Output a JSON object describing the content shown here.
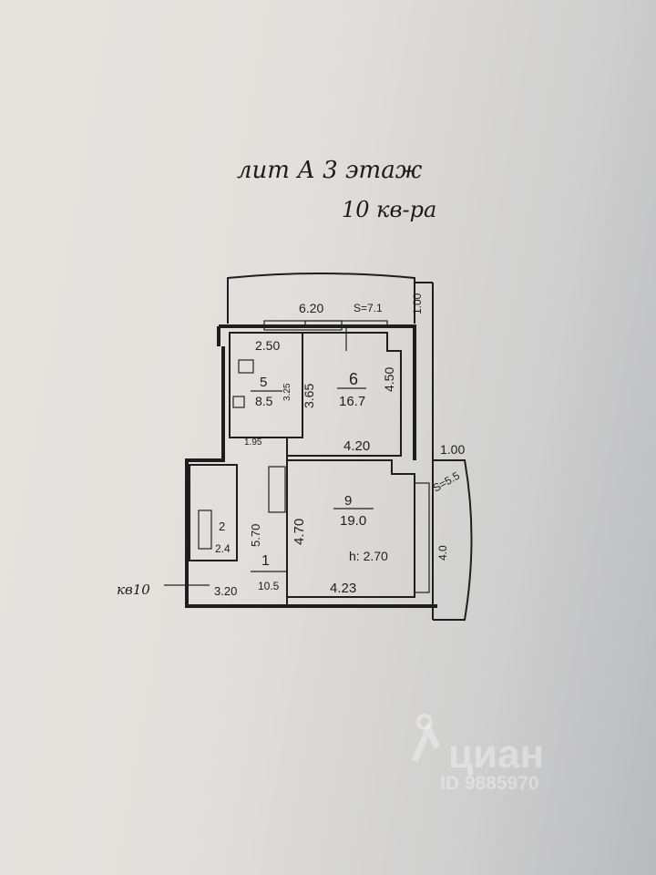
{
  "header": {
    "line1": "лит А  3 этаж",
    "line2": "10 кв-ра"
  },
  "dims": {
    "top_width": "6.20",
    "balcony_top_area": "S=7.1",
    "balcony_top_depth": "1.00",
    "kitchen_width": "2.50",
    "kitchen_len_inner": "3.25",
    "kitchen_len": "3.65",
    "room6_len": "4.50",
    "hall_small": "1.95",
    "room6_width": "4.20",
    "balcony_right_depth": "1.00",
    "balcony_right_area": "S=5.5",
    "balcony_right_len": "4.0",
    "room9_len": "4.70",
    "hall_len": "5.70",
    "hall_width": "3.20",
    "room9_width": "4.23",
    "ceiling": "h: 2.70"
  },
  "rooms": [
    {
      "num": "5",
      "area": "8.5"
    },
    {
      "num": "6",
      "area": "16.7"
    },
    {
      "num": "9",
      "area": "19.0"
    },
    {
      "num": "1",
      "area": "10.5"
    },
    {
      "num": "2",
      "area": "2.4"
    }
  ],
  "neighbor": "кв10",
  "watermark": {
    "brand": "циан",
    "id": "ID 9885970"
  }
}
